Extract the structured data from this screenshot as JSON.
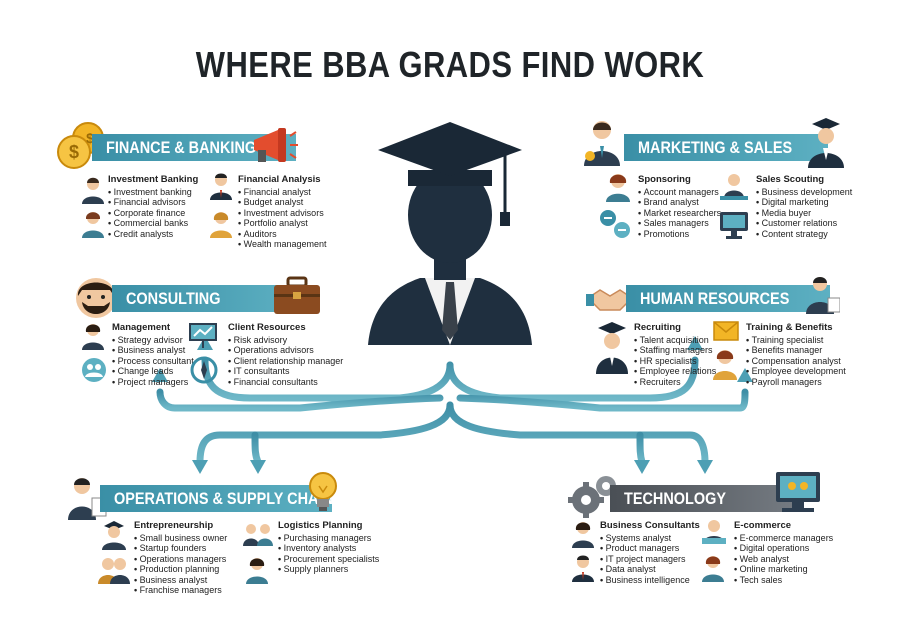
{
  "title": "WHERE BBA GRADS FIND WORK",
  "colors": {
    "teal": "#3a8fa6",
    "teal_light": "#5db0c2",
    "grey": "#5b6168",
    "navy": "#1f2f3f",
    "gold": "#f2b526"
  },
  "sections": {
    "finance": {
      "banner": "FINANCE & BANKING",
      "col1": {
        "heading": "Investment Banking",
        "items": [
          "Investment banking",
          "Financial advisors",
          "Corporate finance",
          "Commercial banks",
          "Credit analysts"
        ]
      },
      "col2": {
        "heading": "Financial Analysis",
        "items": [
          "Financial analyst",
          "Budget analyst",
          "Investment advisors",
          "Portfolio analyst",
          "Auditors",
          "Wealth management"
        ]
      }
    },
    "marketing": {
      "banner": "MARKETING & SALES",
      "col1": {
        "heading": "Sponsoring",
        "items": [
          "Account managers",
          "Brand analyst",
          "Market researchers",
          "Sales managers",
          "Promotions"
        ]
      },
      "col2": {
        "heading": "Sales Scouting",
        "items": [
          "Business development",
          "Digital marketing",
          "Media buyer",
          "Customer relations",
          "Content strategy"
        ]
      }
    },
    "consulting": {
      "banner": "CONSULTING",
      "col1": {
        "heading": "Management",
        "items": [
          "Strategy advisor",
          "Business analyst",
          "Process consultant",
          "Change leads",
          "Project managers"
        ]
      },
      "col2": {
        "heading": "Client Resources",
        "items": [
          "Risk advisory",
          "Operations advisors",
          "Client relationship manager",
          "IT consultants",
          "Financial consultants"
        ]
      }
    },
    "hr": {
      "banner": "HUMAN RESOURCES",
      "col1": {
        "heading": "Recruiting",
        "items": [
          "Talent acquisition",
          "Staffing managers",
          "HR specialists",
          "Employee relations",
          "Recruiters"
        ]
      },
      "col2": {
        "heading": "Training & Benefits",
        "items": [
          "Training specialist",
          "Benefits manager",
          "Compensation analyst",
          "Employee development",
          "Payroll managers"
        ]
      }
    },
    "operations": {
      "banner": "OPERATIONS & SUPPLY CHAIN",
      "col1": {
        "heading": "Entrepreneurship",
        "items": [
          "Small business owner",
          "Startup founders",
          "Operations managers",
          "Production planning",
          "Business analyst",
          "Franchise managers"
        ]
      },
      "col2": {
        "heading": "Logistics Planning",
        "items": [
          "Purchasing managers",
          "Inventory analysts",
          "Procurement specialists",
          "Supply planners"
        ]
      }
    },
    "technology": {
      "banner": "TECHNOLOGY",
      "col1": {
        "heading": "Business Consultants",
        "items": [
          "Systems analyst",
          "Product managers",
          "IT project managers",
          "Data analyst",
          "Business intelligence"
        ]
      },
      "col2": {
        "heading": "E-commerce",
        "items": [
          "E-commerce managers",
          "Digital operations",
          "Web analyst",
          "Online marketing",
          "Tech sales"
        ]
      }
    }
  }
}
